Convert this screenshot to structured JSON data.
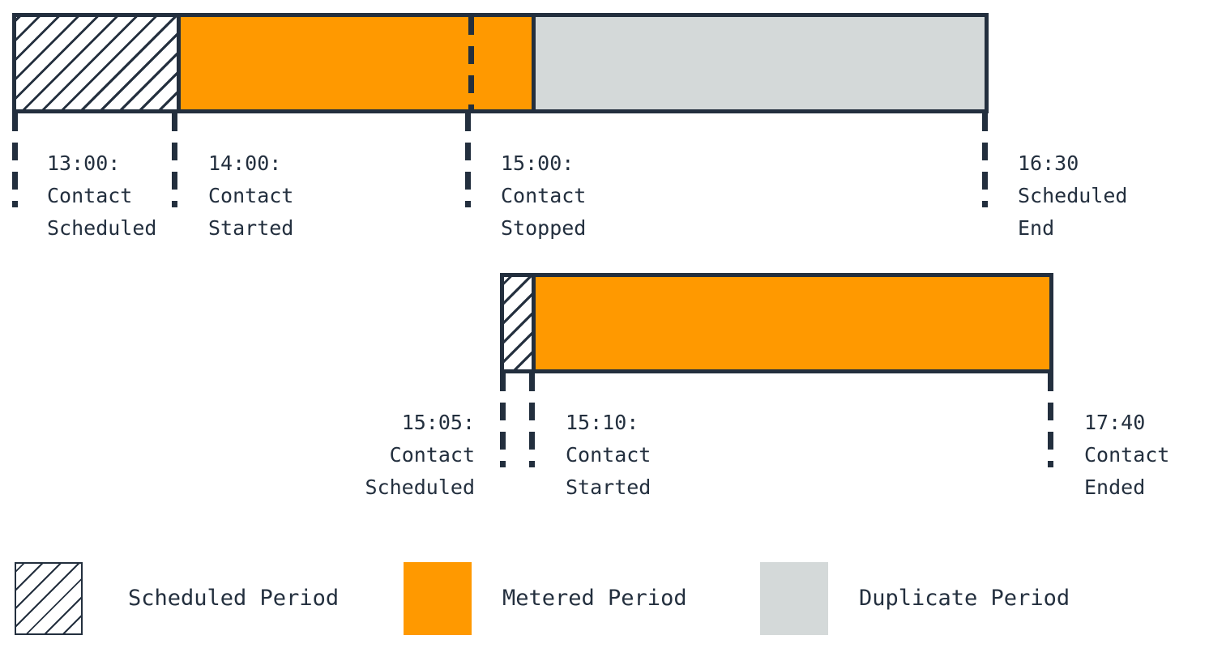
{
  "chart_data": {
    "type": "table",
    "title": "",
    "description": "Contact metering timeline showing a scheduled contact that is started, stopped, and a duplicate overlapping contact.",
    "axis": {
      "unit": "time-of-day",
      "range_start": "13:00",
      "range_end": "17:40"
    },
    "legend": {
      "position": "bottom",
      "entries": [
        {
          "key": "scheduled",
          "label": "Scheduled Period",
          "pattern": "diagonal-hatch",
          "color": "#FFFFFF",
          "stroke": "#232F3E"
        },
        {
          "key": "metered",
          "label": "Metered Period",
          "pattern": "solid",
          "color": "#FF9900"
        },
        {
          "key": "duplicate",
          "label": "Duplicate Period",
          "pattern": "solid",
          "color": "#D4D9D9"
        }
      ]
    },
    "timelines": [
      {
        "name": "contact-1",
        "start": "13:00",
        "end": "16:30",
        "segments": [
          {
            "type": "scheduled",
            "from": "13:00",
            "to": "14:00"
          },
          {
            "type": "metered",
            "from": "14:00",
            "to": "15:00"
          },
          {
            "type": "duplicate",
            "from": "15:00",
            "to": "16:30"
          }
        ],
        "markers": [
          {
            "time": "13:00:",
            "event_line1": "Contact",
            "event_line2": "Scheduled",
            "align": "left"
          },
          {
            "time": "14:00:",
            "event_line1": "Contact",
            "event_line2": "Started",
            "align": "left"
          },
          {
            "time": "15:00:",
            "event_line1": "Contact",
            "event_line2": "Stopped",
            "align": "left"
          },
          {
            "time": "16:30",
            "event_line1": "Scheduled",
            "event_line2": "End",
            "align": "left"
          }
        ]
      },
      {
        "name": "contact-2",
        "start": "15:05",
        "end": "17:40",
        "segments": [
          {
            "type": "scheduled",
            "from": "15:05",
            "to": "15:10"
          },
          {
            "type": "metered",
            "from": "15:10",
            "to": "17:40"
          }
        ],
        "markers": [
          {
            "time": "15:05:",
            "event_line1": "Contact",
            "event_line2": "Scheduled",
            "align": "right"
          },
          {
            "time": "15:10:",
            "event_line1": "Contact",
            "event_line2": "Started",
            "align": "left"
          },
          {
            "time": "17:40",
            "event_line1": "Contact",
            "event_line2": "Ended",
            "align": "left"
          }
        ]
      }
    ]
  },
  "timeline1": {
    "marker1": {
      "time": "13:00:",
      "l1": "Contact",
      "l2": "Scheduled"
    },
    "marker2": {
      "time": "14:00:",
      "l1": "Contact",
      "l2": "Started"
    },
    "marker3": {
      "time": "15:00:",
      "l1": "Contact",
      "l2": "Stopped"
    },
    "marker4": {
      "time": "16:30",
      "l1": "Scheduled",
      "l2": "End"
    }
  },
  "timeline2": {
    "marker1": {
      "time": "15:05:",
      "l1": "Contact",
      "l2": "Scheduled"
    },
    "marker2": {
      "time": "15:10:",
      "l1": "Contact",
      "l2": "Started"
    },
    "marker3": {
      "time": "17:40",
      "l1": "Contact",
      "l2": "Ended"
    }
  },
  "legend": {
    "scheduled": "Scheduled Period",
    "metered": "Metered Period",
    "duplicate": "Duplicate Period"
  },
  "colors": {
    "outline": "#232F3E",
    "metered": "#FF9900",
    "duplicate": "#D4D9D9",
    "background": "#FFFFFF"
  }
}
